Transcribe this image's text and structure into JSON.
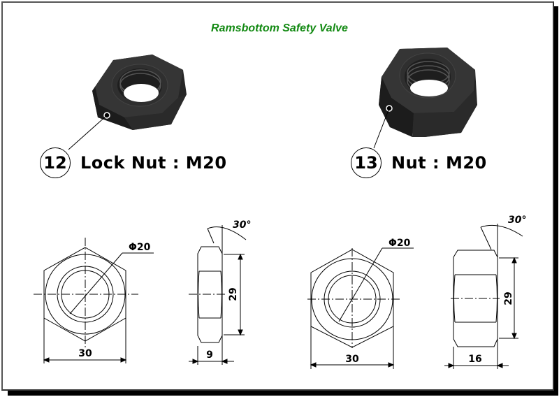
{
  "title": "Ramsbottom Safety Valve",
  "colors": {
    "title": "#138a13",
    "nut_body": "#2b2b2b",
    "frame_shadow": "#000000"
  },
  "parts": [
    {
      "number": "12",
      "label": "Lock Nut : M20",
      "dimensions": {
        "bore_diameter": "Φ20",
        "across_flats": "30",
        "height": "29",
        "thickness": "9",
        "chamfer_angle": "30°"
      }
    },
    {
      "number": "13",
      "label": "Nut : M20",
      "dimensions": {
        "bore_diameter": "Φ20",
        "across_flats": "30",
        "height": "29",
        "thickness": "16",
        "chamfer_angle": "30°"
      }
    }
  ]
}
